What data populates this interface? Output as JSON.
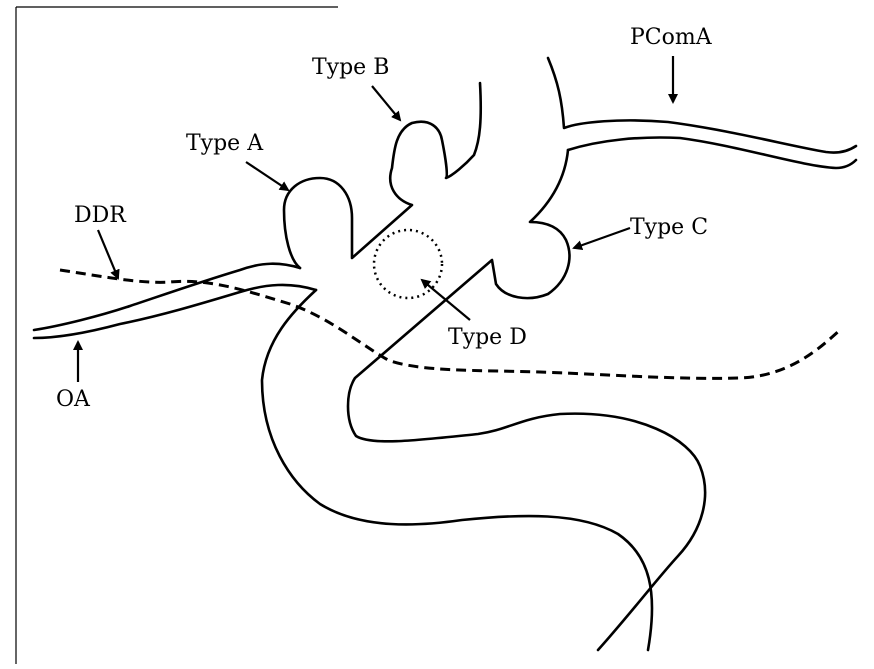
{
  "diagram": {
    "labels": {
      "type_a": "Type A",
      "type_b": "Type B",
      "type_c": "Type C",
      "type_d": "Type D",
      "pcoma": "PComA",
      "ddr": "DDR",
      "oa": "OA"
    },
    "colors": {
      "stroke": "#000000",
      "background": "#ffffff"
    }
  }
}
